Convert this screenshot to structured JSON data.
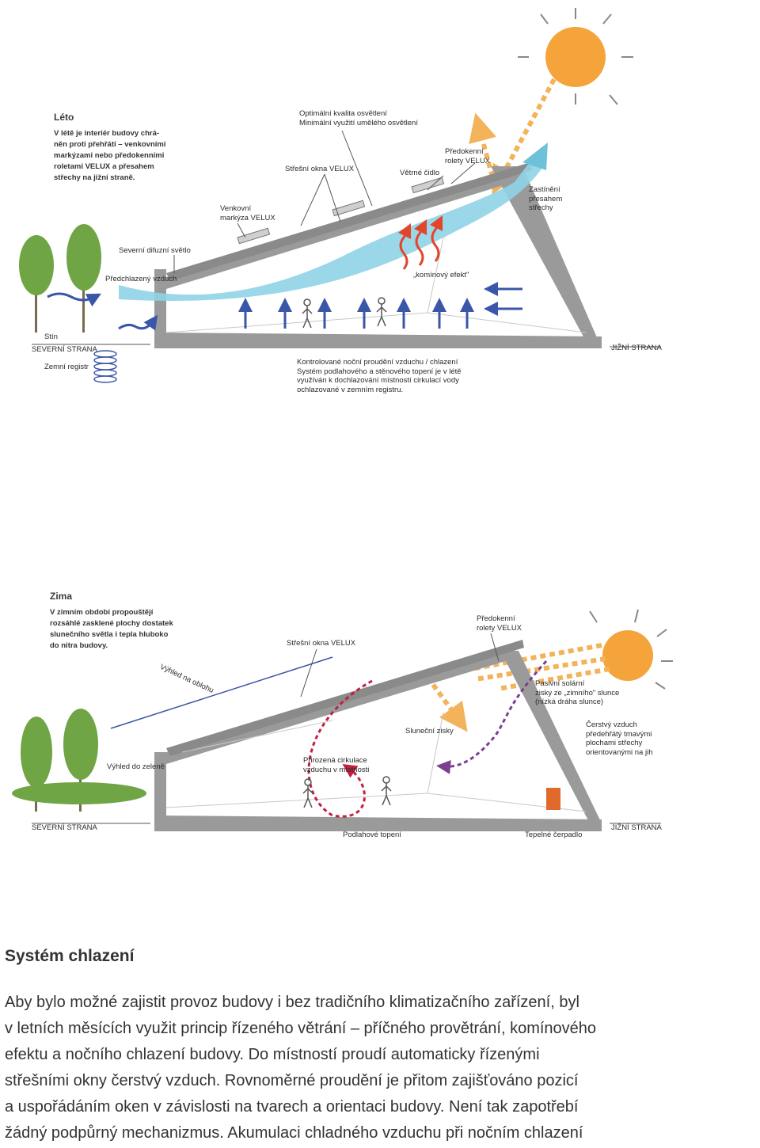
{
  "summer": {
    "title": "Léto",
    "intro": "V létě je interiér budovy chrá-\nněn proti přehřátí – venkovními\nmarkýzami nebo předokenními\nroletami VELUX a přesahem\nstřechy na jižní straně.",
    "label_light_quality": "Optimální kvalita osvětlení\nMinimální využití umělého osvětlení",
    "label_roof_windows": "Střešní okna VELUX",
    "label_heat_mirror": "Větrné čidlo",
    "label_shutters": "Předokenní\nrolety VELUX",
    "label_awning": "Venkovní\nmarkýza VELUX",
    "label_shading": "Zastínění\npřesahem\nstřechy",
    "label_north_light": "Severní difuzní světlo",
    "label_precooled_air": "Předchlazený vzduch",
    "label_chimney": "„komínový efekt\"",
    "label_shade": "Stín",
    "label_north_side": "SEVERNÍ STRANA",
    "label_ground_register": "Zemní registr",
    "label_south_side": "JIŽNÍ STRANA",
    "label_night_cooling": "Kontrolované noční proudění vzduchu / chlazení\nSystém podlahového a stěnového topení je v létě\nvyužíván k dochlazování místností cirkulací vody\nochlazované v zemním registru."
  },
  "winter": {
    "title": "Zima",
    "intro": "V zimním období propouštějí\nrozsáhlé zasklené plochy dostatek\nslunečního světla i tepla hluboko\ndo nitra budovy.",
    "label_shutters": "Předokenní\nrolety VELUX",
    "label_roof_windows": "Střešní okna VELUX",
    "label_sky_view": "Výhled na oblohu",
    "label_passive_gains": "Pasivní solární\nzisky ze „zimního\" slunce\n(nízká dráha slunce)",
    "label_solar_gains": "Sluneční zisky",
    "label_fresh_air": "Čerstvý vzduch\npředehřátý tmavými\nplochami střechy\norientovanými na jih",
    "label_green_view": "Výhled do zeleně",
    "label_circulation": "Přirozená cirkulace\nvzduchu v místnosti",
    "label_north_side": "SEVERNÍ STRANA",
    "label_floor_heating": "Podlahové topení",
    "label_heat_pump": "Tepelné čerpadlo",
    "label_south_side": "JIŽNÍ STRANA"
  },
  "article": {
    "heading": "Systém chlazení",
    "lines": [
      "Aby bylo možné zajistit provoz budovy i bez tradičního klimatizačního zařízení, byl",
      "v letních měsících využit princip řízeného větrání – příčného provětrání, komínového",
      "efektu a nočního chlazení budovy. Do místností proudí automaticky řízenými",
      "střešními okny čerstvý vzduch. Rovnoměrné proudění je přitom zajišťováno pozicí",
      "a uspořádáním oken v závislosti na tvarech a orientaci budovy. Není tak zapotřebí",
      "žádný podpůrný mechanizmus. Akumulaci chladného vzduchu při nočním chlazení"
    ]
  },
  "colors": {
    "structure": "#9a9a9a",
    "air_flow": "#8fd3e6",
    "sun": "#f4a43a",
    "sun_ray": "#f2b35a",
    "blue_arrow": "#3a56a8",
    "warm_wave": "#e1462c",
    "circulation": "#c2203f",
    "fresh_air": "#7b3f8f",
    "tree": "#6fa545",
    "text": "#333333"
  }
}
